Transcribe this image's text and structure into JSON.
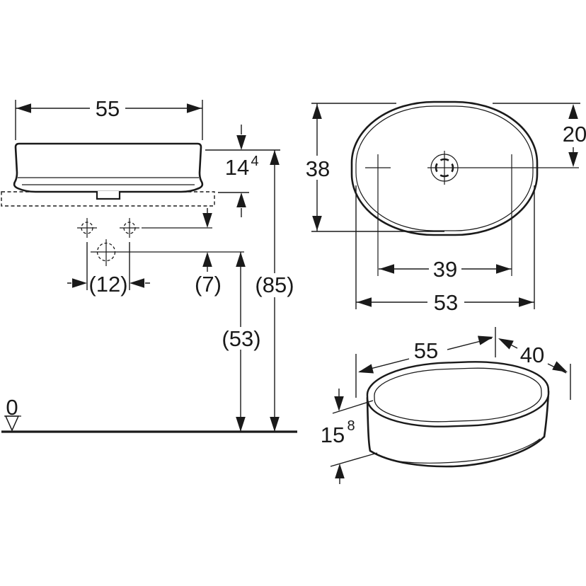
{
  "drawing": {
    "title": "washbasin-technical-drawing",
    "background": "#ffffff",
    "line_color": "#1a1a1a",
    "front_view": {
      "width": "55",
      "rim_height": "14",
      "rim_height_sup": "4",
      "hole_spacing": "(12)",
      "drain_offset": "(7)",
      "rim_from_floor": "(85)",
      "drain_from_floor": "(53)",
      "floor_datum": "0"
    },
    "top_view": {
      "depth": "38",
      "drain_from_rear": "20",
      "hole_spacing": "39",
      "inner_width": "53"
    },
    "iso_view": {
      "width": "55",
      "depth": "40",
      "height": "15",
      "height_sup": "8"
    }
  }
}
